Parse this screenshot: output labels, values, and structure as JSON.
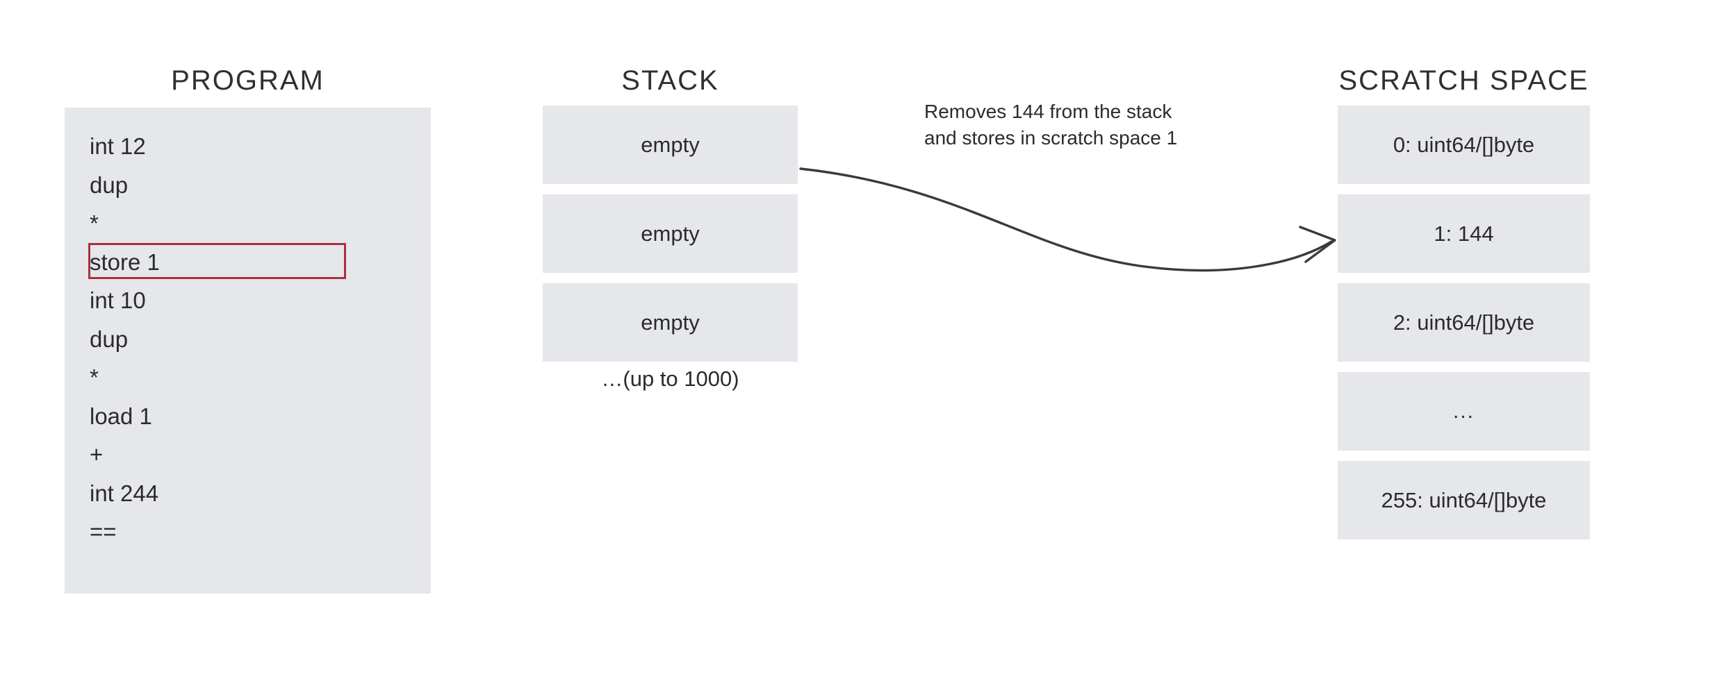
{
  "diagram": {
    "title": "Stack machine store instruction",
    "background_color": "#ffffff",
    "panel_color": "#e5e7ea",
    "highlight_color": "#a8313f",
    "text_color": "#2b2b2b"
  },
  "program": {
    "title": "PROGRAM",
    "highlighted_index": 3,
    "instructions": [
      "int 12",
      "dup",
      "*",
      "store 1",
      "int 10",
      "dup",
      "*",
      "load 1",
      "+",
      "int 244",
      "=="
    ]
  },
  "stack": {
    "title": "STACK",
    "cells": [
      "empty",
      "empty",
      "empty"
    ],
    "caption": "…(up to 1000)"
  },
  "scratch_space": {
    "title": "SCRATCH SPACE",
    "cells": [
      "0: uint64/[]byte",
      "1: 144",
      "2: uint64/[]byte",
      "...",
      "255: uint64/[]byte"
    ]
  },
  "annotation": {
    "line1": "Removes 144 from the stack",
    "line2": "and stores in scratch space 1",
    "arrow": {
      "name": "curved-arrow",
      "from": "stack-cell-0",
      "to": "scratch-cell-1",
      "color": "#3a3a3a"
    }
  }
}
